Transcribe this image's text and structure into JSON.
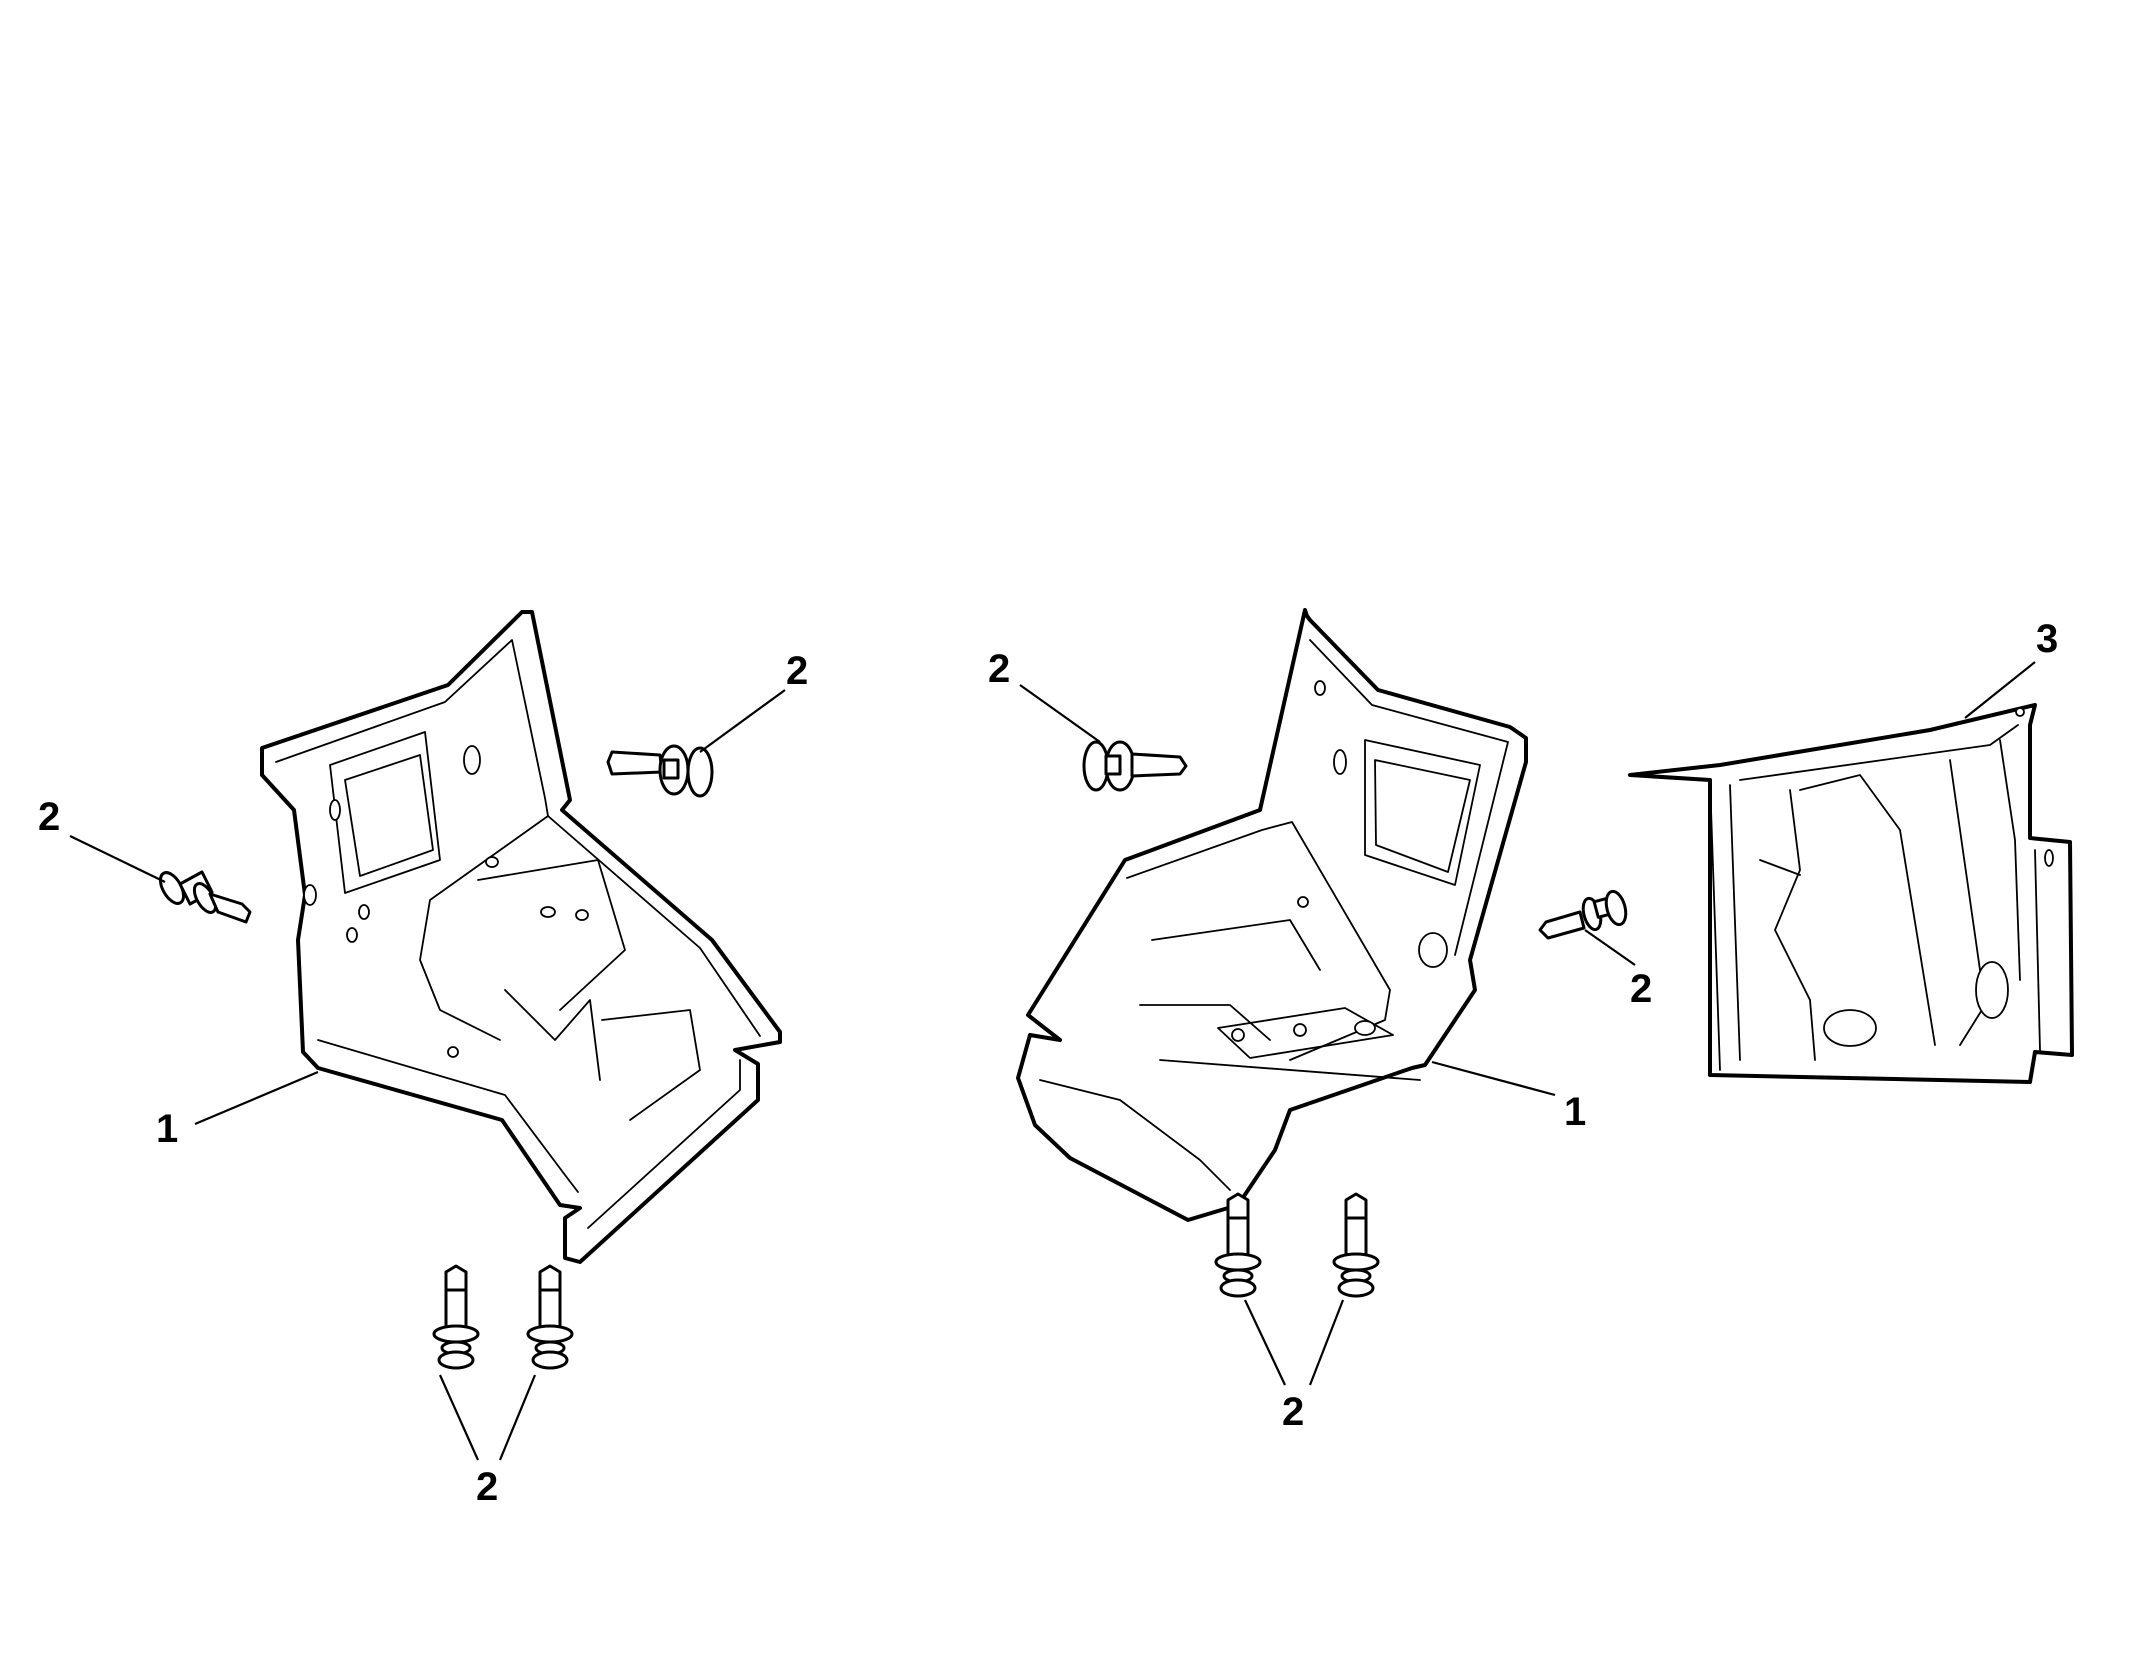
{
  "callouts": {
    "c1": "2",
    "c2": "2",
    "c3": "1",
    "c4": "2",
    "c5": "2",
    "c6": "2",
    "c7": "1",
    "c8": "2",
    "c9": "3"
  }
}
